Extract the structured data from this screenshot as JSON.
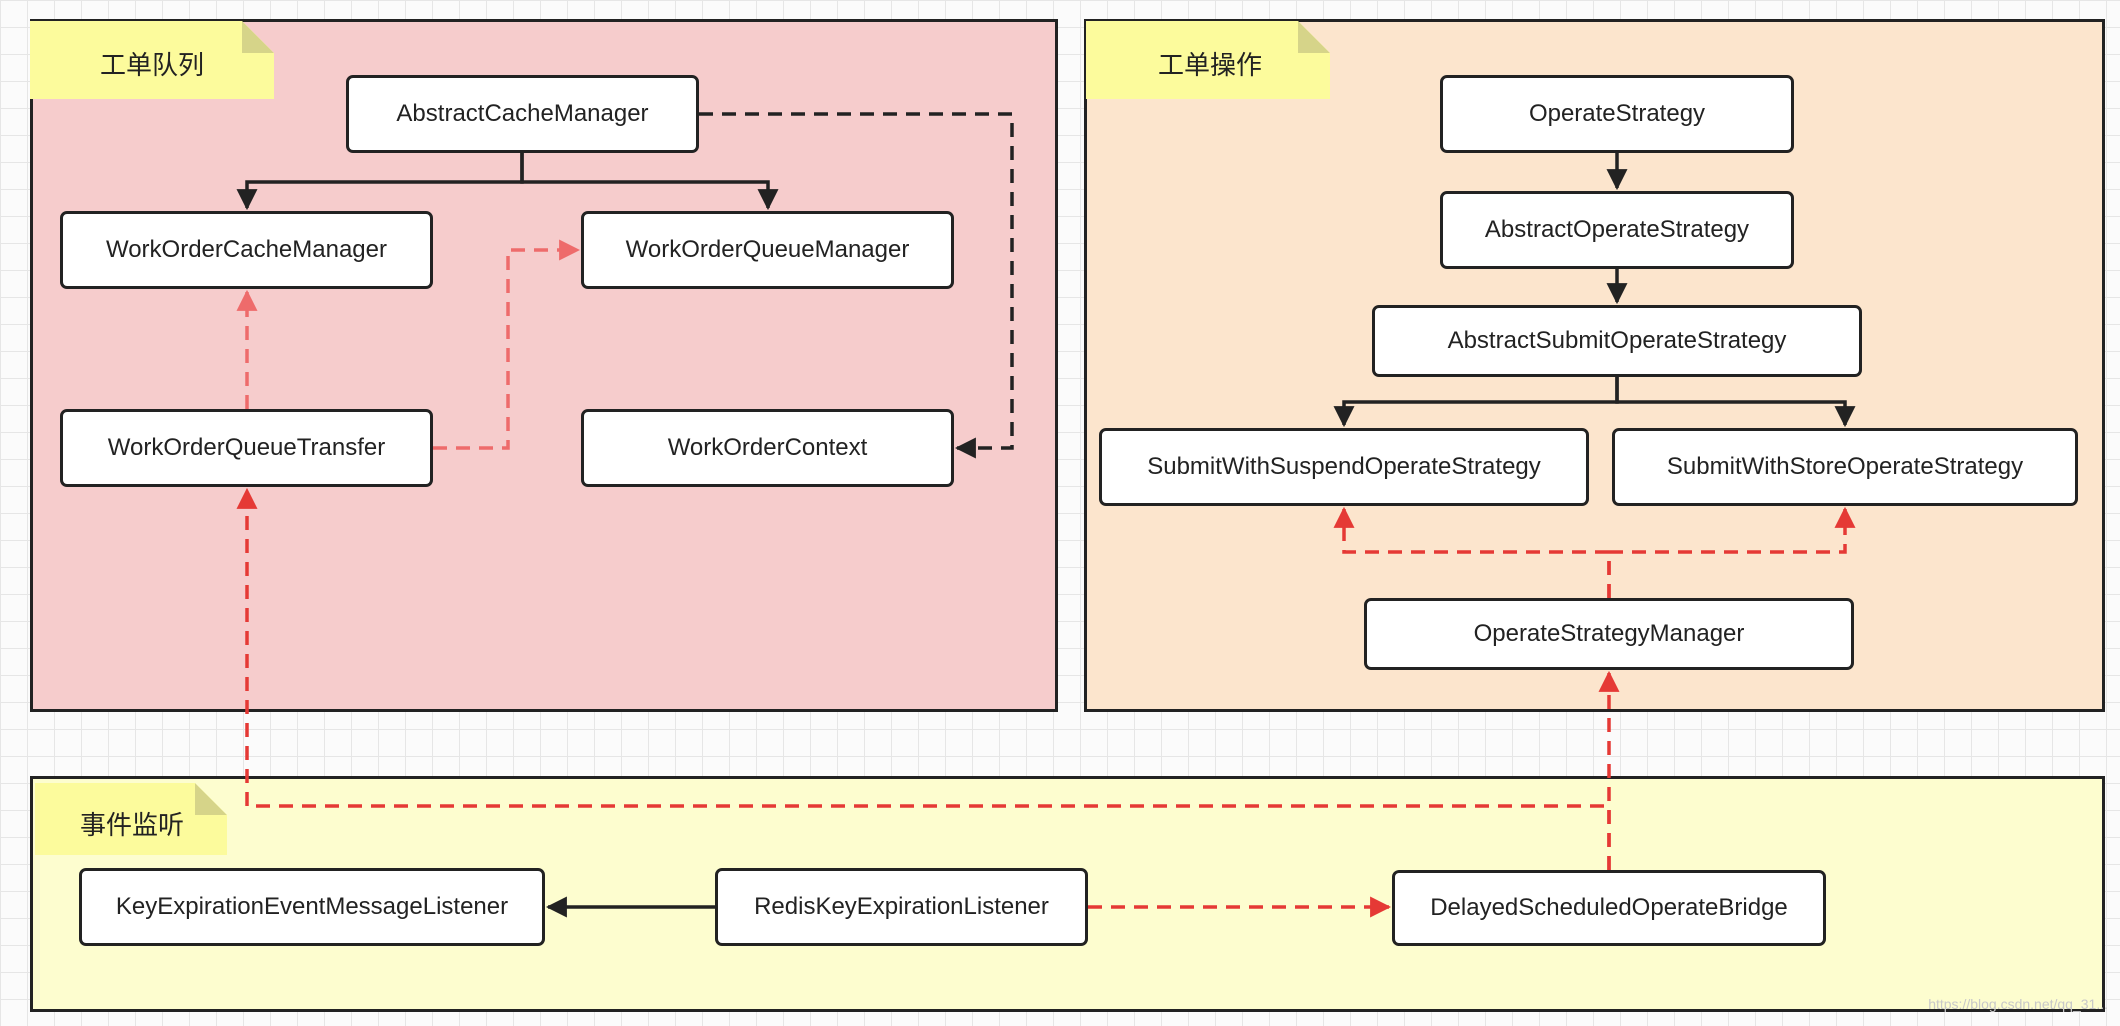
{
  "groups": {
    "queue": {
      "title": "工单队列"
    },
    "ops": {
      "title": "工单操作"
    },
    "events": {
      "title": "事件监听"
    }
  },
  "nodes": {
    "abstract_cache_manager": "AbstractCacheManager",
    "work_order_cache_manager": "WorkOrderCacheManager",
    "work_order_queue_manager": "WorkOrderQueueManager",
    "work_order_queue_transfer": "WorkOrderQueueTransfer",
    "work_order_context": "WorkOrderContext",
    "operate_strategy": "OperateStrategy",
    "abstract_operate_strategy": "AbstractOperateStrategy",
    "abstract_submit_operate_strategy": "AbstractSubmitOperateStrategy",
    "submit_with_suspend_operate_strategy": "SubmitWithSuspendOperateStrategy",
    "submit_with_store_operate_strategy": "SubmitWithStoreOperateStrategy",
    "operate_strategy_manager": "OperateStrategyManager",
    "key_expiration_event_message_listener": "KeyExpirationEventMessageListener",
    "redis_key_expiration_listener": "RedisKeyExpirationListener",
    "delayed_scheduled_operate_bridge": "DelayedScheduledOperateBridge"
  },
  "edges": [
    {
      "from": "AbstractCacheManager",
      "to": "WorkOrderCacheManager",
      "style": "solid",
      "color": "#222222"
    },
    {
      "from": "AbstractCacheManager",
      "to": "WorkOrderQueueManager",
      "style": "solid",
      "color": "#222222"
    },
    {
      "from": "AbstractCacheManager",
      "to": "WorkOrderContext",
      "style": "dashed",
      "color": "#222222"
    },
    {
      "from": "WorkOrderQueueTransfer",
      "to": "WorkOrderCacheManager",
      "style": "dashed",
      "color": "#ee6b6b"
    },
    {
      "from": "WorkOrderQueueTransfer",
      "to": "WorkOrderQueueManager",
      "style": "dashed",
      "color": "#ee6b6b"
    },
    {
      "from": "OperateStrategy",
      "to": "AbstractOperateStrategy",
      "style": "solid",
      "color": "#222222"
    },
    {
      "from": "AbstractOperateStrategy",
      "to": "AbstractSubmitOperateStrategy",
      "style": "solid",
      "color": "#222222"
    },
    {
      "from": "AbstractSubmitOperateStrategy",
      "to": "SubmitWithSuspendOperateStrategy",
      "style": "solid",
      "color": "#222222"
    },
    {
      "from": "AbstractSubmitOperateStrategy",
      "to": "SubmitWithStoreOperateStrategy",
      "style": "solid",
      "color": "#222222"
    },
    {
      "from": "OperateStrategyManager",
      "to": "SubmitWithSuspendOperateStrategy",
      "style": "dashed",
      "color": "#e53935"
    },
    {
      "from": "OperateStrategyManager",
      "to": "SubmitWithStoreOperateStrategy",
      "style": "dashed",
      "color": "#e53935"
    },
    {
      "from": "DelayedScheduledOperateBridge",
      "to": "OperateStrategyManager",
      "style": "dashed",
      "color": "#e53935"
    },
    {
      "from": "DelayedScheduledOperateBridge",
      "to": "WorkOrderQueueTransfer",
      "style": "dashed",
      "color": "#e53935"
    },
    {
      "from": "RedisKeyExpirationListener",
      "to": "KeyExpirationEventMessageListener",
      "style": "solid",
      "color": "#222222"
    },
    {
      "from": "RedisKeyExpirationListener",
      "to": "DelayedScheduledOperateBridge",
      "style": "dashed",
      "color": "#e53935"
    }
  ],
  "watermark": "https://blog.csdn.net/qq_31..."
}
